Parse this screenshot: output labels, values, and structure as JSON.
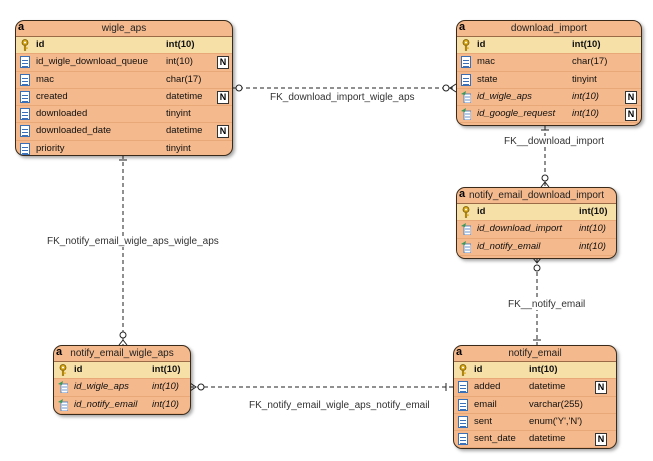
{
  "entity_badge": "a",
  "nullable_mark": "N",
  "tables": {
    "wigle_aps": {
      "title": "wigle_aps",
      "columns": [
        {
          "name": "id",
          "type": "int(10)",
          "key": "pk",
          "nullable": false
        },
        {
          "name": "id_wigle_download_queue",
          "type": "int(10)",
          "key": "col",
          "nullable": true
        },
        {
          "name": "mac",
          "type": "char(17)",
          "key": "col",
          "nullable": false
        },
        {
          "name": "created",
          "type": "datetime",
          "key": "col",
          "nullable": true
        },
        {
          "name": "downloaded",
          "type": "tinyint",
          "key": "col",
          "nullable": false
        },
        {
          "name": "downloaded_date",
          "type": "datetime",
          "key": "col",
          "nullable": true
        },
        {
          "name": "priority",
          "type": "tinyint",
          "key": "col",
          "nullable": false
        }
      ]
    },
    "download_import": {
      "title": "download_import",
      "columns": [
        {
          "name": "id",
          "type": "int(10)",
          "key": "pk",
          "nullable": false
        },
        {
          "name": "mac",
          "type": "char(17)",
          "key": "col",
          "nullable": false
        },
        {
          "name": "state",
          "type": "tinyint",
          "key": "col",
          "nullable": false
        },
        {
          "name": "id_wigle_aps",
          "type": "int(10)",
          "key": "fk",
          "nullable": true
        },
        {
          "name": "id_google_request",
          "type": "int(10)",
          "key": "fk",
          "nullable": true
        }
      ]
    },
    "notify_email_download_import": {
      "title": "notify_email_download_import",
      "columns": [
        {
          "name": "id",
          "type": "int(10)",
          "key": "pk",
          "nullable": false
        },
        {
          "name": "id_download_import",
          "type": "int(10)",
          "key": "fk",
          "nullable": false
        },
        {
          "name": "id_notify_email",
          "type": "int(10)",
          "key": "fk",
          "nullable": false
        }
      ]
    },
    "notify_email_wigle_aps": {
      "title": "notify_email_wigle_aps",
      "columns": [
        {
          "name": "id",
          "type": "int(10)",
          "key": "pk",
          "nullable": false
        },
        {
          "name": "id_wigle_aps",
          "type": "int(10)",
          "key": "fk",
          "nullable": false
        },
        {
          "name": "id_notify_email",
          "type": "int(10)",
          "key": "fk",
          "nullable": false
        }
      ]
    },
    "notify_email": {
      "title": "notify_email",
      "columns": [
        {
          "name": "id",
          "type": "int(10)",
          "key": "pk",
          "nullable": false
        },
        {
          "name": "added",
          "type": "datetime",
          "key": "col",
          "nullable": true
        },
        {
          "name": "email",
          "type": "varchar(255)",
          "key": "col",
          "nullable": false
        },
        {
          "name": "sent",
          "type": "enum('Y','N')",
          "key": "col",
          "nullable": false
        },
        {
          "name": "sent_date",
          "type": "datetime",
          "key": "col",
          "nullable": true
        }
      ]
    }
  },
  "relationships": {
    "fk_download_import_wigle_aps": "FK_download_import_wigle_aps",
    "fk_download_import": "FK__download_import",
    "fk_notify_email_wigle_aps_wigle_aps": "FK_notify_email_wigle_aps_wigle_aps",
    "fk_notify_email": "FK__notify_email",
    "fk_notify_email_wigle_aps_notify_email": "FK_notify_email_wigle_aps_notify_email"
  },
  "colors": {
    "entity_fill": "#f4b98c",
    "pk_row_fill": "#f6e0a8",
    "key_icon": "#d4a514",
    "fk_icon": "#3a9a5a",
    "column_icon": "#3b6fb6"
  }
}
